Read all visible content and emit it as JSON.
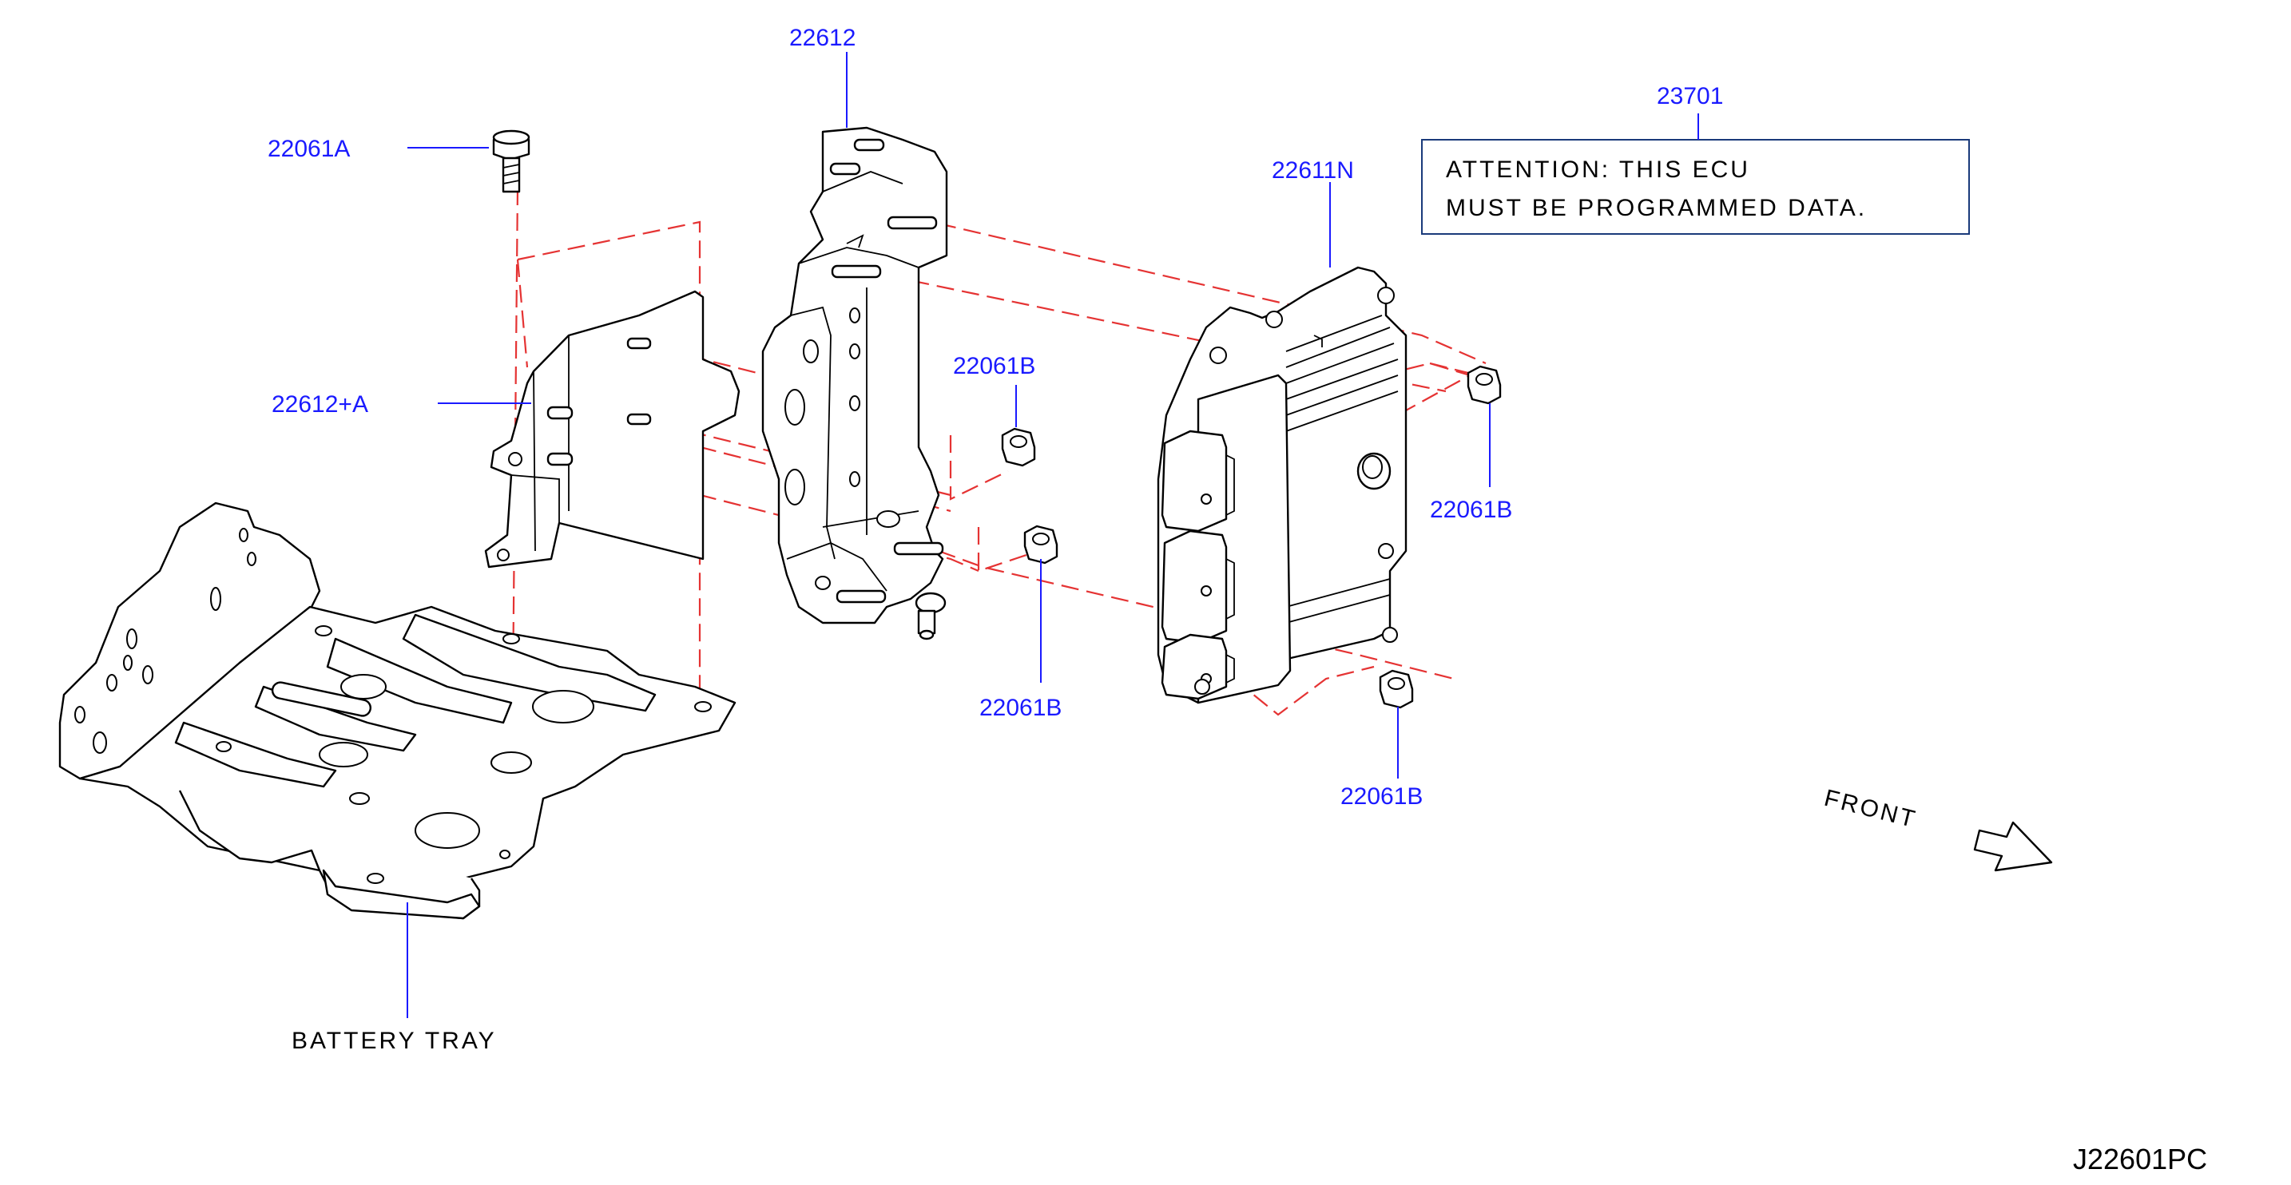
{
  "labels": {
    "bolt_22061A": "22061A",
    "bracket_22612": "22612",
    "bracket_22612A": "22612+A",
    "nut_center_upper": "22061B",
    "nut_center_lower": "22061B",
    "nut_right_upper": "22061B",
    "nut_right_lower": "22061B",
    "ecu_22611N": "22611N",
    "label_23701": "23701",
    "battery_tray": "BATTERY  TRAY"
  },
  "notice": {
    "line1": "ATTENTION:  THIS  ECU",
    "line2": "MUST  BE  PROGRAMMED  DATA."
  },
  "front_indicator": "FRONT",
  "diagram_code": "J22601PC",
  "colors": {
    "label": "#1a1aff",
    "dashed_alignment": "#e53333",
    "linework": "#000000"
  }
}
